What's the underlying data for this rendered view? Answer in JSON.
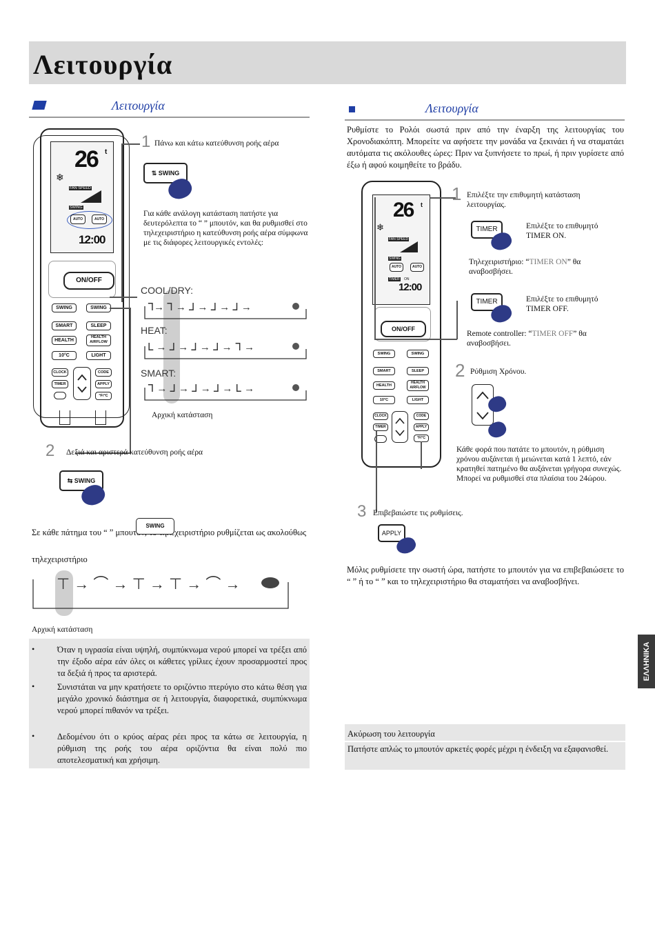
{
  "page": {
    "title": "Λειτουργία",
    "side_tab": "ΕΛΛΗΝΙΚΑ"
  },
  "left": {
    "heading": "Λειτουργία",
    "step1_num": "1",
    "step1_text": "Πάνω και κάτω κατεύθυνση ροής αέρα",
    "swing_button": "SWING",
    "instr_text": "Για κάθε ανάλογη κατάσταση πατήστε για δευτερόλεπτα το “ ” μπουτόν, και θα ρυθμισθεί στο τηλεχειριστήριο η κατεύθυνση ροής αέρα σύμφωνα με τις διάφορες λειτουργικές εντολές:",
    "modes": [
      "COOL/DRY:",
      "HEAT:",
      "SMART:"
    ],
    "initial_state_1": "Αρχική κατάσταση",
    "step2_num": "2",
    "step2_text": "Δεξιά και αριστερά κατεύθυνση ροής αέρα",
    "para_press": "Σε κάθε πάτημα του “ ” μπουτόν, το τηλεχειριστήριο ρυθμίζεται ως ακολούθως",
    "remote_word": "τηλεχειριστήριο",
    "initial_state_2": "Αρχική κατάσταση",
    "notes": [
      "Όταν η υγρασία είναι υψηλή, συμπύκνωμα νερού μπορεί να τρέξει από την έξοδο αέρα εάν όλες οι κάθετες γρίλιες έχουν προσαρμοστεί προς τα δεξιά ή προς τα αριστερά.",
      "Συνιστάται να μην κρατήσετε το οριζόντιο πτερύγιο στο κάτω θέση για μεγάλο χρονικό διάστημα σε ή λειτουργία, διαφορετικά, συμπύκνωμα νερού μπορεί πιθανόν να τρέξει.",
      "Δεδομένου ότι ο κρύος αέρας ρέει προς τα κάτω σε λειτουργία, η ρύθμιση της ροής του αέρα οριζόντια θα είναι πολύ πιο αποτελεσματική και χρήσιμη."
    ]
  },
  "remote": {
    "temp": "26",
    "temp_unit": "t",
    "fan_speed": "FAN SPEED",
    "swing": "SWING",
    "auto": "AUTO",
    "timer": "TIMER",
    "on": "ON",
    "clock": "12:00",
    "onoff": "ON/OFF",
    "buttons": [
      "SWING",
      "SWING",
      "SMART",
      "SLEEP",
      "HEALTH",
      "HEALTH AIRFLOW",
      "10°C",
      "LIGHT",
      "CLOCK",
      "CODE",
      "TIMER",
      "APPLY",
      "°F/°C"
    ]
  },
  "right": {
    "heading": "Λειτουργία",
    "intro": "Ρυθμίστε το Ρολόι σωστά πριν από την έναρξη της λειτουργίας του Χρονοδιακόπτη. Μπορείτε να αφήσετε την μονάδα να ξεκινάει ή να σταματάει αυτόματα τις ακόλουθες ώρες: Πριν να ξυπνήσετε το πρωί, ή πριν γυρίσετε από έξω ή αφού κοιμηθείτε το βράδυ.",
    "step1_num": "1",
    "step1_text": "Επιλέξτε την επιθυμητή κατάσταση λειτουργίας.",
    "timer_btn": "TIMER",
    "timer_on_text": "Επιλέξτε το επιθυμητό TIMER ON.",
    "blink_on_pre": "Τηλεχειριστήριο: “",
    "blink_on_word": "TIMER ON",
    "blink_on_post": "” θα αναβοσβήσει.",
    "timer_off_text": "Επιλέξτε το επιθυμητό TIMER OFF.",
    "blink_off_pre": "Remote controller: “",
    "blink_off_word": "TIMER OFF",
    "blink_off_post": "” θα αναβοσβήσει.",
    "step2_num": "2",
    "step2_text": "Ρύθμιση Χρόνου.",
    "time_text": "Κάθε φορά που πατάτε το μπουτόν, η ρύθμιση χρόνου αυξάνεται ή μειώνεται κατά 1 λεπτό, εάν κρατηθεί πατημένο θα αυξάνεται γρήγορα συνεχώς. Μπορεί να ρυθμισθεί στα πλαίσια του 24ώρου.",
    "step3_num": "3",
    "step3_text": "Επιβεβαιώστε τις ρυθμίσεις.",
    "apply_btn": "APPLY",
    "confirm_text": "Μόλις ρυθμίσετε την σωστή ώρα, πατήστε το μπουτόν για να επιβεβαιώσετε το “ ” ή το “ ” και το τηλεχειριστήριο θα σταματήσει να αναβοσβήνει.",
    "cancel_head": "Ακύρωση του λειτουργία",
    "cancel_text": "Πατήστε απλώς το μπουτόν αρκετές φορές μέχρι η ένδειξη να εξαφανισθεί."
  }
}
